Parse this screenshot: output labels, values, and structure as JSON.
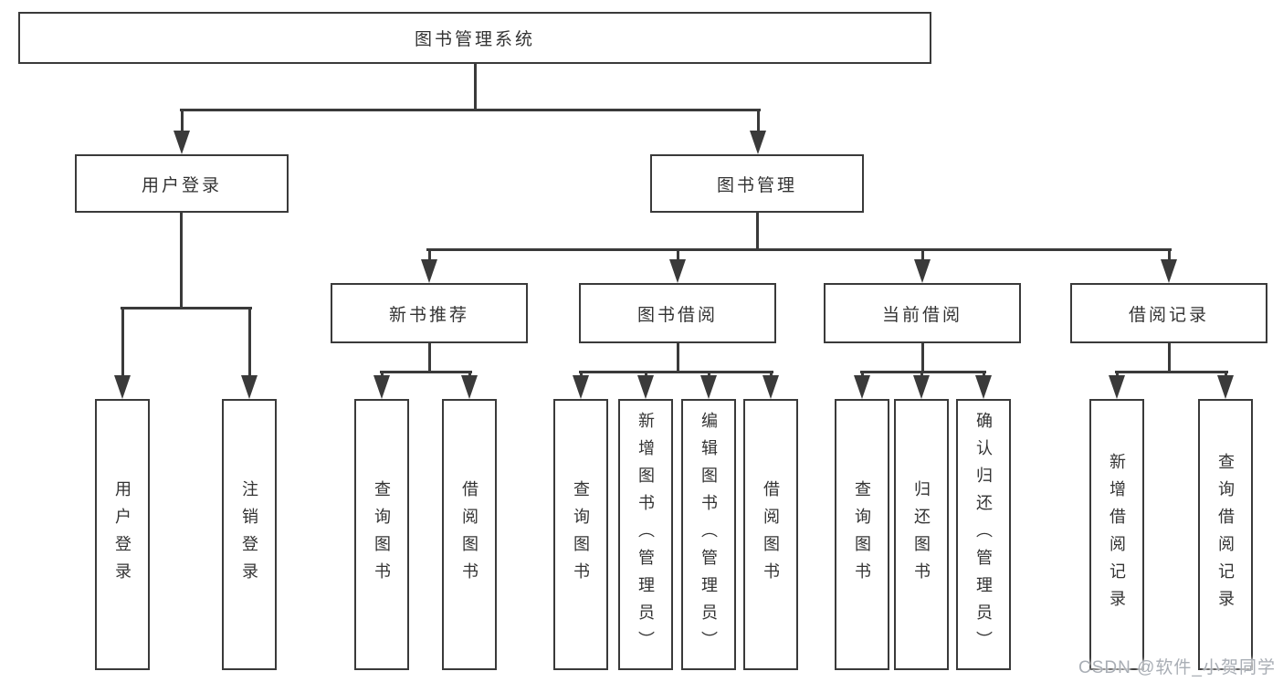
{
  "diagram_title": "图书管理系统",
  "tree": {
    "label": "图书管理系统",
    "children": [
      {
        "label": "用户登录",
        "children": [
          {
            "label": "用户登录"
          },
          {
            "label": "注销登录"
          }
        ]
      },
      {
        "label": "图书管理",
        "children": [
          {
            "label": "新书推荐",
            "children": [
              {
                "label": "查询图书"
              },
              {
                "label": "借阅图书"
              }
            ]
          },
          {
            "label": "图书借阅",
            "children": [
              {
                "label": "查询图书"
              },
              {
                "label": "新增图书（管理员）"
              },
              {
                "label": "编辑图书（管理员）"
              },
              {
                "label": "借阅图书"
              }
            ]
          },
          {
            "label": "当前借阅",
            "children": [
              {
                "label": "查询图书"
              },
              {
                "label": "归还图书"
              },
              {
                "label": "确认归还（管理员）"
              }
            ]
          },
          {
            "label": "借阅记录",
            "children": [
              {
                "label": "新增借阅记录"
              },
              {
                "label": "查询借阅记录"
              }
            ]
          }
        ]
      }
    ]
  },
  "watermark": {
    "text": "CSDN @软件_小贺同学"
  },
  "colors": {
    "background": "#ffffff",
    "box_border": "#3a3a3a",
    "connector_line": "#3a3a3a",
    "text": "#333333",
    "watermark_text": "#a9aeb5"
  }
}
